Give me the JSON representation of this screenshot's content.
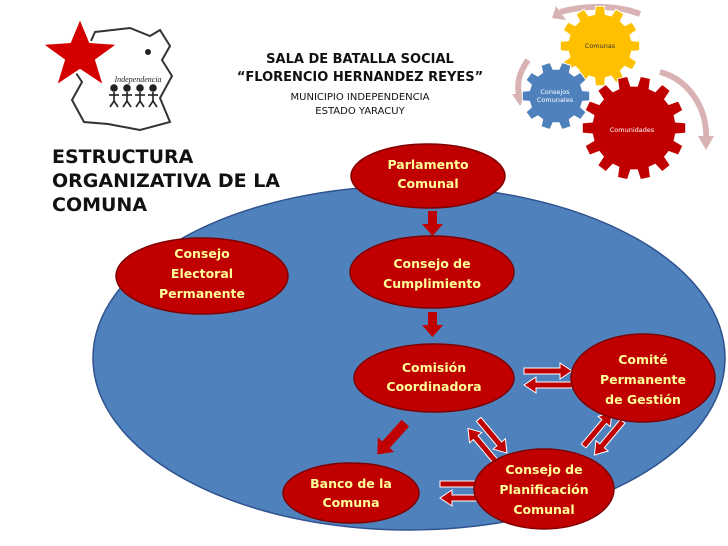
{
  "header": {
    "line1": "SALA DE BATALLA SOCIAL",
    "line2": "“FLORENCIO HERNANDEZ REYES”",
    "line3": "MUNICIPIO INDEPENDENCIA",
    "line4": "ESTADO YARACUY"
  },
  "logo": {
    "text": "Independencia"
  },
  "gears": [
    {
      "label": "Comunas"
    },
    {
      "label": "Consejos Comunales",
      "lines": [
        "Consejos",
        "Comunales"
      ]
    },
    {
      "label": "Comunidades"
    }
  ],
  "title": {
    "lines": [
      "ESTRUCTURA",
      "ORGANIZATIVA DE LA",
      "COMUNA"
    ]
  },
  "nodes": [
    {
      "id": "parlamento",
      "lines": [
        "Parlamento",
        "Comunal"
      ]
    },
    {
      "id": "consejo-cumplimiento",
      "lines": [
        "Consejo de",
        "Cumplimiento"
      ]
    },
    {
      "id": "comision",
      "lines": [
        "Comisión",
        "Coordinadora"
      ]
    },
    {
      "id": "consejo-electoral",
      "lines": [
        "Consejo",
        "Electoral",
        "Permanente"
      ]
    },
    {
      "id": "comite",
      "lines": [
        "Comité",
        "Permanente",
        "de Gestión"
      ]
    },
    {
      "id": "banco",
      "lines": [
        "Banco de la",
        "Comuna"
      ]
    },
    {
      "id": "planificacion",
      "lines": [
        "Consejo de",
        "Planificación",
        "Comunal"
      ]
    }
  ],
  "colors": {
    "node_fill": "#c00000",
    "node_stroke": "#7f0000",
    "node_text": "#ffff99",
    "big_oval": "#4f81bd",
    "big_oval_stroke": "#2f528f",
    "arrow": "#c00000",
    "gear_yellow": "#ffc000",
    "gear_blue": "#4f81bd",
    "gear_red": "#c00000",
    "cycle_arrow": "#d9b3b3"
  }
}
